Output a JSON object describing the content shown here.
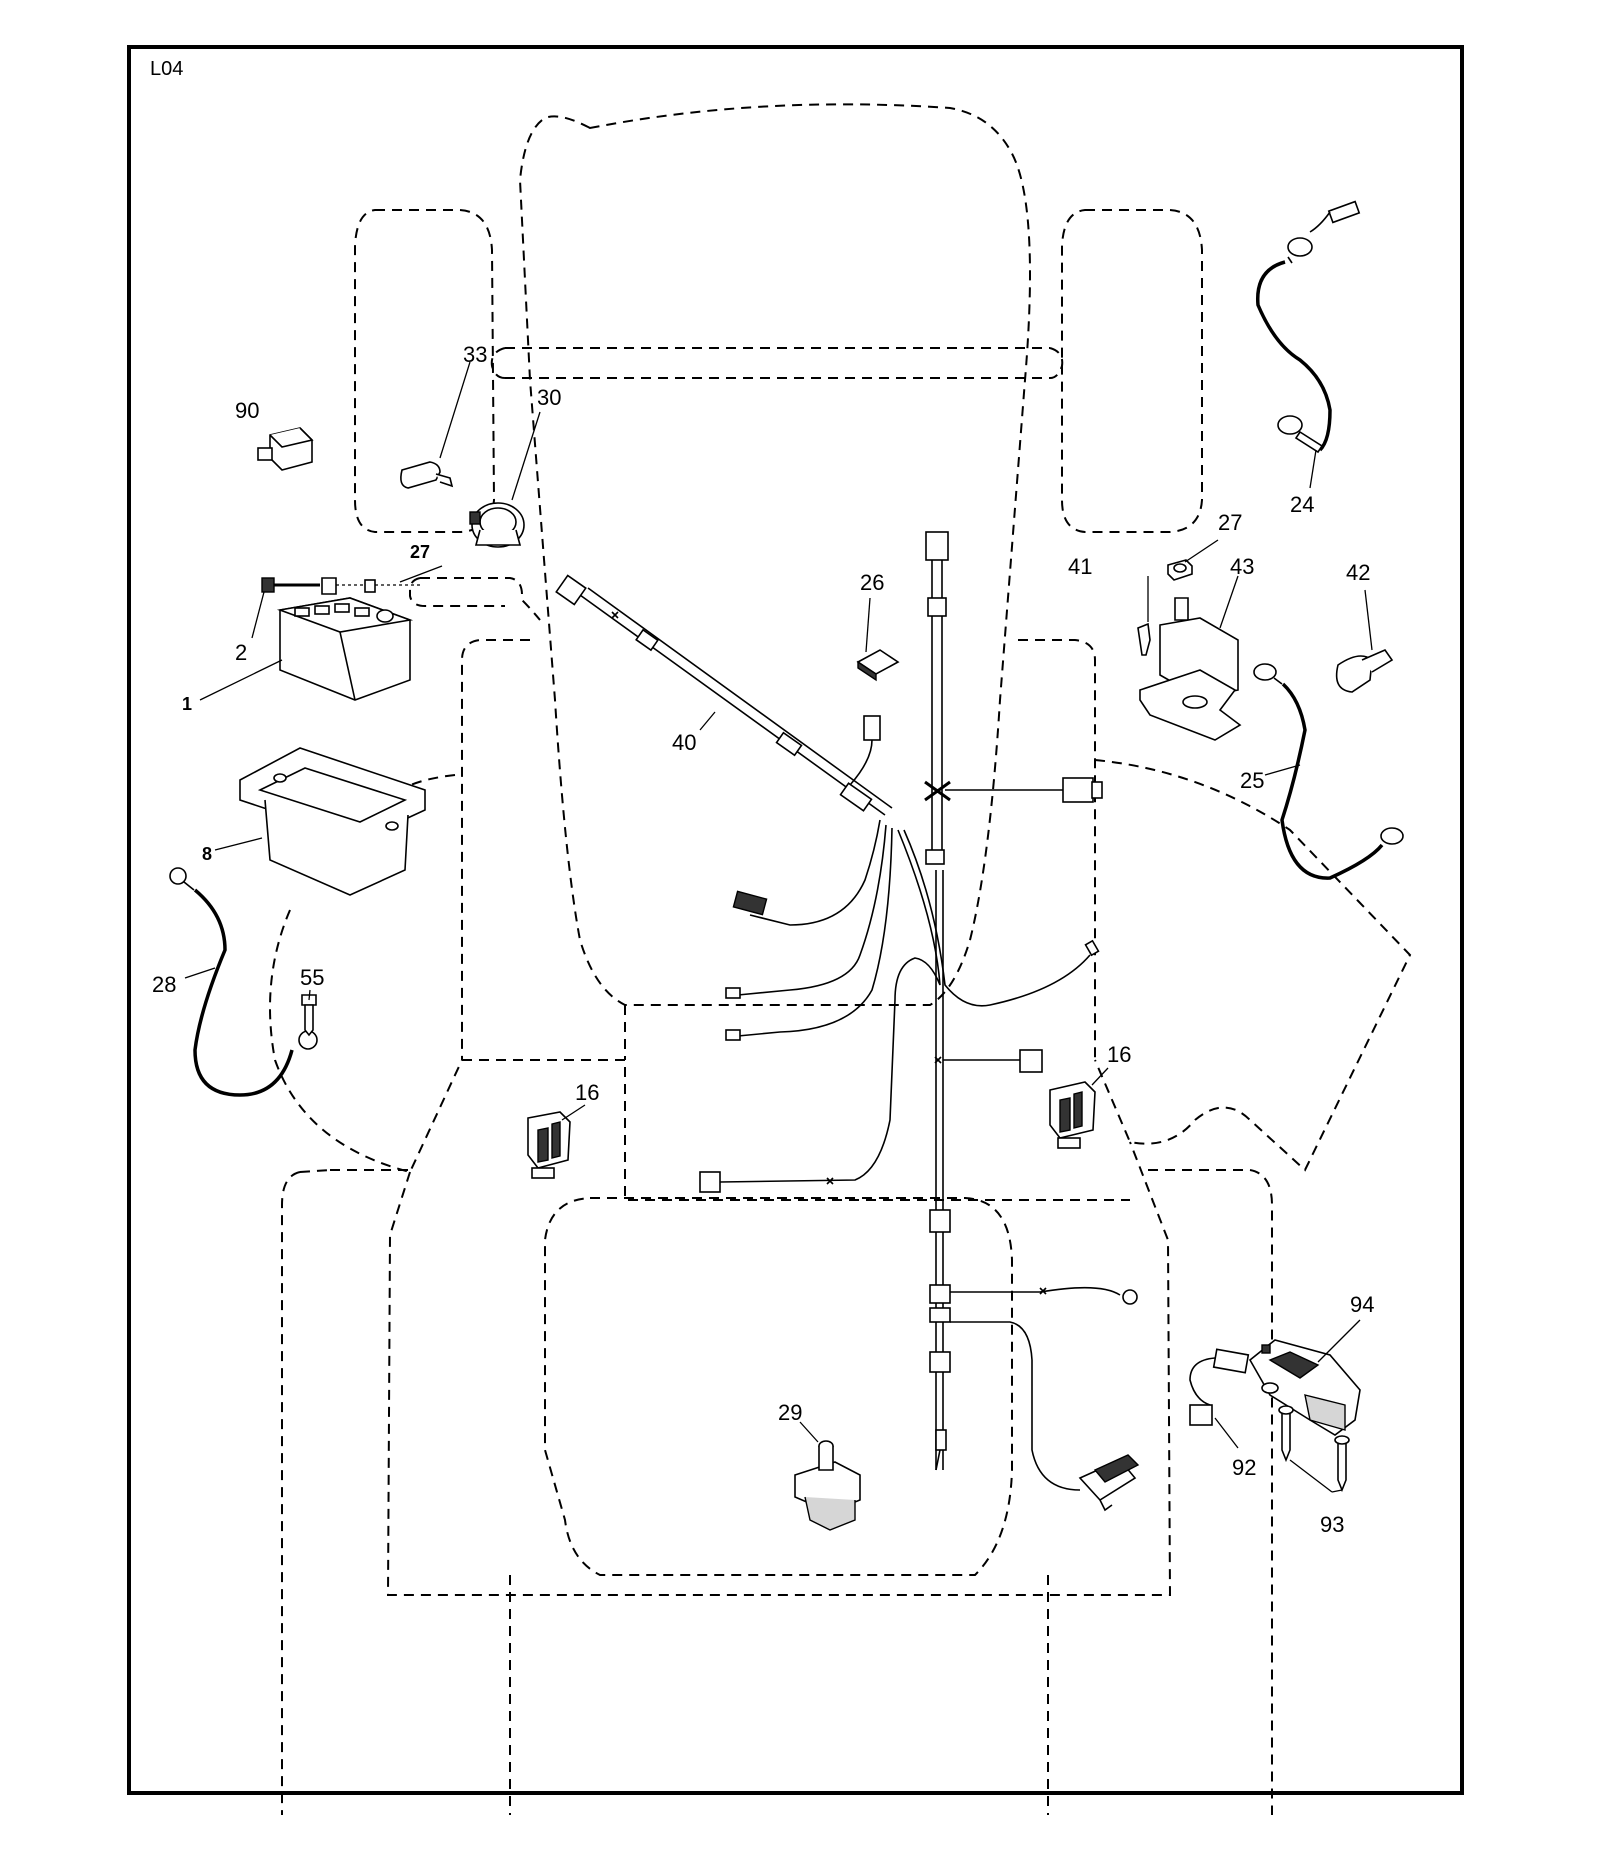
{
  "page_code": "L04",
  "callouts": {
    "c1": "1",
    "c2": "2",
    "c8": "8",
    "c16a": "16",
    "c16b": "16",
    "c24": "24",
    "c25": "25",
    "c26": "26",
    "c27a": "27",
    "c27b": "27",
    "c28": "28",
    "c29": "29",
    "c30": "30",
    "c33": "33",
    "c40": "40",
    "c41": "41",
    "c42": "42",
    "c43": "43",
    "c55": "55",
    "c90": "90",
    "c92": "92",
    "c93": "93",
    "c94": "94"
  }
}
